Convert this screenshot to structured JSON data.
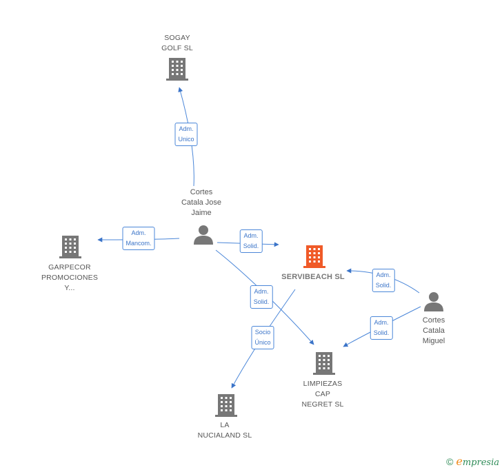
{
  "nodes": {
    "sogay": {
      "lines": [
        "SOGAY",
        "GOLF SL"
      ],
      "type": "company"
    },
    "cortes_jose": {
      "lines": [
        "Cortes",
        "Catala Jose",
        "Jaime"
      ],
      "type": "person"
    },
    "garpecor": {
      "lines": [
        "GARPECOR",
        "PROMOCIONES",
        "Y..."
      ],
      "type": "company"
    },
    "servibeach": {
      "lines": [
        "SERVIBEACH SL"
      ],
      "type": "main-company"
    },
    "cortes_miguel": {
      "lines": [
        "Cortes",
        "Catala",
        "Miguel"
      ],
      "type": "person"
    },
    "limpiezas": {
      "lines": [
        "LIMPIEZAS",
        "CAP",
        "NEGRET SL"
      ],
      "type": "company"
    },
    "nucialand": {
      "lines": [
        "LA",
        "NUCIALAND SL"
      ],
      "type": "company"
    }
  },
  "edges": [
    {
      "id": "e1",
      "lines": [
        "Adm.",
        "Unico"
      ]
    },
    {
      "id": "e2",
      "lines": [
        "Adm.",
        "Mancom."
      ]
    },
    {
      "id": "e3",
      "lines": [
        "Adm.",
        "Solid."
      ]
    },
    {
      "id": "e4",
      "lines": [
        "Adm.",
        "Solid."
      ]
    },
    {
      "id": "e5",
      "lines": [
        "Adm.",
        "Solid."
      ]
    },
    {
      "id": "e6",
      "lines": [
        "Adm.",
        "Solid."
      ]
    },
    {
      "id": "e7",
      "lines": [
        "Socio",
        "Único"
      ]
    }
  ],
  "colors": {
    "edge": "#3b74c8",
    "icon": "#777777",
    "main_icon": "#f05a28"
  },
  "footer": {
    "copyright": "©",
    "brand_first": "e",
    "brand_rest": "mpresia"
  }
}
